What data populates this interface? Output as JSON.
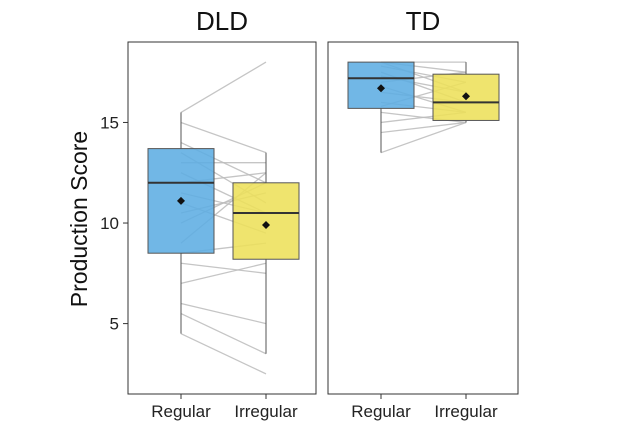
{
  "chart_data": {
    "type": "boxplot",
    "ylabel": "Production Score",
    "ylim": [
      1.5,
      19
    ],
    "y_ticks": [
      5,
      10,
      15
    ],
    "categories": [
      "Regular",
      "Irregular"
    ],
    "grid": false,
    "colors": {
      "Regular": "#5dade2",
      "Irregular": "#ede05a",
      "lines": "#bbbbbb",
      "border": "#555555",
      "mean": "#111111"
    },
    "panels": [
      {
        "title": "DLD",
        "boxes": [
          {
            "category": "Regular",
            "min": 4.5,
            "q1": 8.5,
            "median": 12.0,
            "q3": 13.7,
            "max": 15.5,
            "mean": 11.1
          },
          {
            "category": "Irregular",
            "min": 3.5,
            "q1": 8.2,
            "median": 10.5,
            "q3": 12.0,
            "max": 13.5,
            "mean": 9.9
          }
        ],
        "pairs": [
          [
            15.5,
            18.0
          ],
          [
            15.0,
            13.5
          ],
          [
            14.0,
            12.0
          ],
          [
            13.5,
            11.0
          ],
          [
            13.0,
            13.0
          ],
          [
            12.5,
            10.5
          ],
          [
            12.0,
            12.5
          ],
          [
            11.5,
            10.5
          ],
          [
            11.0,
            9.5
          ],
          [
            10.5,
            11.5
          ],
          [
            10.0,
            12.0
          ],
          [
            9.0,
            12.5
          ],
          [
            8.5,
            9.0
          ],
          [
            8.0,
            7.5
          ],
          [
            7.0,
            8.0
          ],
          [
            6.0,
            5.0
          ],
          [
            5.5,
            3.5
          ],
          [
            4.5,
            2.5
          ]
        ]
      },
      {
        "title": "TD",
        "boxes": [
          {
            "category": "Regular",
            "min": 13.5,
            "q1": 15.7,
            "median": 17.2,
            "q3": 18.0,
            "max": 18.0,
            "mean": 16.7
          },
          {
            "category": "Irregular",
            "min": 15.0,
            "q1": 15.1,
            "median": 16.0,
            "q3": 17.4,
            "max": 18.0,
            "mean": 16.3
          }
        ],
        "pairs": [
          [
            18.0,
            18.0
          ],
          [
            18.0,
            17.5
          ],
          [
            18.0,
            16.5
          ],
          [
            17.8,
            17.0
          ],
          [
            17.5,
            16.0
          ],
          [
            17.3,
            16.5
          ],
          [
            17.0,
            17.5
          ],
          [
            16.8,
            15.5
          ],
          [
            16.5,
            16.0
          ],
          [
            16.0,
            15.5
          ],
          [
            15.8,
            17.0
          ],
          [
            15.5,
            15.0
          ],
          [
            15.0,
            15.5
          ],
          [
            14.5,
            15.0
          ],
          [
            13.5,
            15.0
          ]
        ]
      }
    ]
  }
}
